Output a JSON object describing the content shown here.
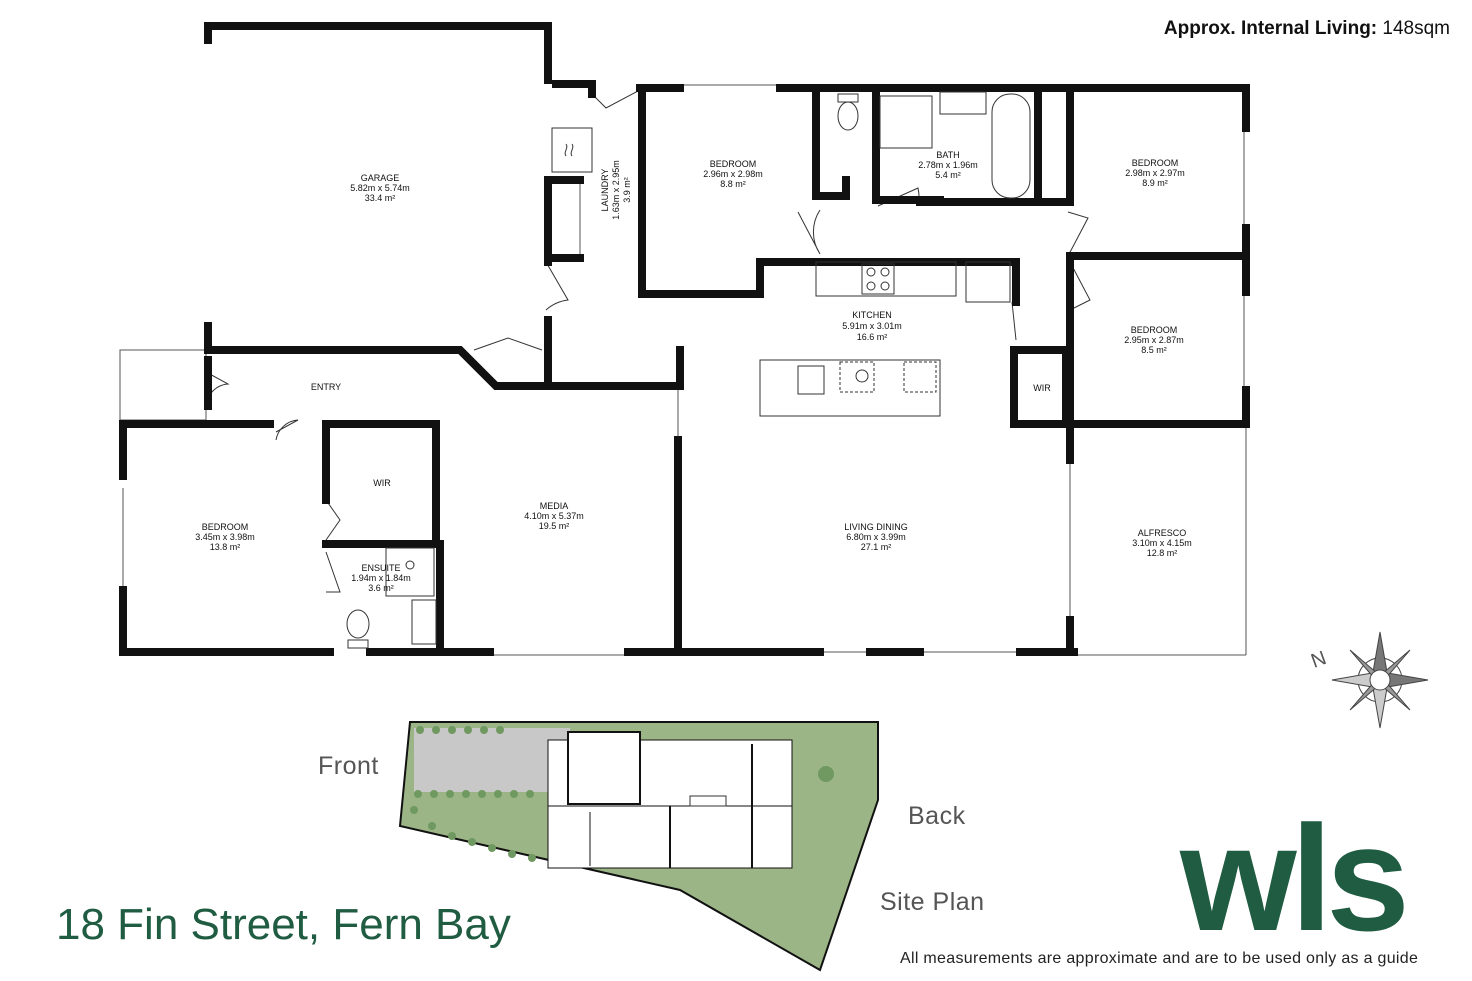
{
  "header": {
    "living_label": "Approx. Internal Living:",
    "living_value": " 148sqm"
  },
  "address": "18 Fin Street, Fern Bay",
  "disclaimer": "All measurements are approximate and are to be used only as a guide",
  "site_plan": {
    "front": "Front",
    "back": "Back",
    "title": "Site Plan"
  },
  "compass_letter": "N",
  "logo_text": "wls",
  "colors": {
    "wall": "#111111",
    "brand_green": "#1f5c42",
    "site_grass": "#9cb586",
    "driveway": "#c8c8c8"
  },
  "rooms": [
    {
      "name": "GARAGE",
      "dims": "5.82m x 5.74m",
      "area": "33.4 m²"
    },
    {
      "name": "LAUNDRY",
      "dims": "1.63m x 2.95m",
      "area": "3.9 m²"
    },
    {
      "name": "BEDROOM",
      "dims": "2.96m x 2.98m",
      "area": "8.8 m²"
    },
    {
      "name": "BATH",
      "dims": "2.78m x 1.96m",
      "area": "5.4 m²"
    },
    {
      "name": "BEDROOM",
      "dims": "2.98m x 2.97m",
      "area": "8.9 m²"
    },
    {
      "name": "KITCHEN",
      "dims": "5.91m x 3.01m",
      "area": "16.6 m²"
    },
    {
      "name": "BEDROOM",
      "dims": "2.95m x 2.87m",
      "area": "8.5 m²"
    },
    {
      "name": "ENTRY"
    },
    {
      "name": "WIR"
    },
    {
      "name": "WIR"
    },
    {
      "name": "BEDROOM",
      "dims": "3.45m x 3.98m",
      "area": "13.8 m²"
    },
    {
      "name": "MEDIA",
      "dims": "4.10m x 5.37m",
      "area": "19.5 m²"
    },
    {
      "name": "ENSUITE",
      "dims": "1.94m x 1.84m",
      "area": "3.6 m²"
    },
    {
      "name": "LIVING DINING",
      "dims": "6.80m x 3.99m",
      "area": "27.1 m²"
    },
    {
      "name": "ALFRESCO",
      "dims": "3.10m x 4.15m",
      "area": "12.8 m²"
    }
  ]
}
